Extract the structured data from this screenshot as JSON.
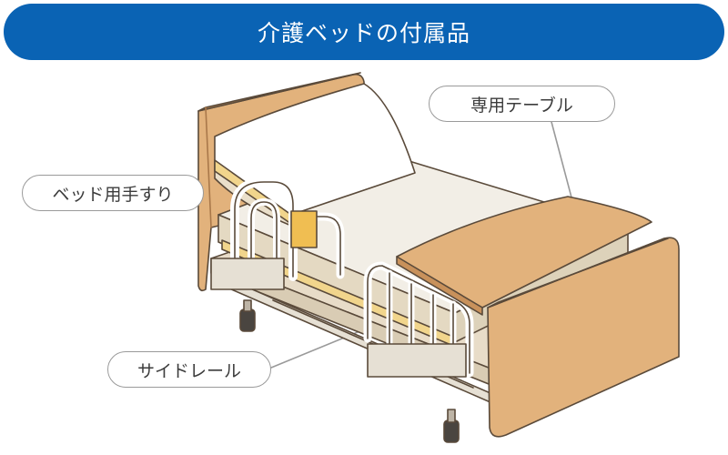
{
  "title": "介護ベッドの付属品",
  "labels": {
    "table": "専用テーブル",
    "handrail": "ベッド用手すり",
    "side_rail": "サイドレール"
  },
  "colors": {
    "banner": "#0a63b4",
    "wood": "#e2b27c",
    "wood_edge": "#a9784a",
    "mattress": "#f2eee6",
    "outline": "#5a4a3a"
  }
}
